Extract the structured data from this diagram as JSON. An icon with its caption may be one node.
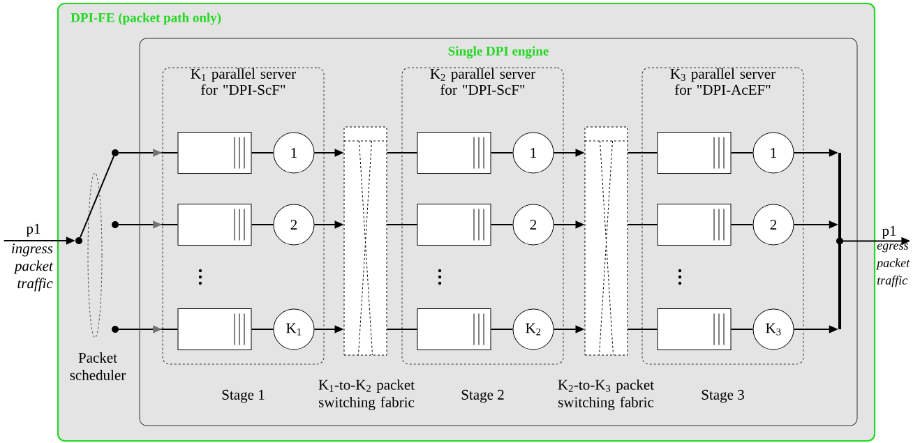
{
  "diagram": {
    "nodes": [
      {
        "text": [
          "DPI-FE (packet path only)"
        ]
      },
      {
        "text": [
          "Single DPI engine"
        ],
        "in": 0
      },
      {
        "text": [],
        "shape": "circle",
        "in": 0
      },
      {
        "text": [],
        "shape": "circle",
        "in": 0
      },
      {
        "text": [],
        "shape": "circle",
        "in": 0
      },
      {
        "text": [],
        "shape": "circle",
        "in": 0
      },
      {
        "text": [],
        "shape": "ellipse",
        "beside": [
          "Packet scheduler"
        ],
        "in": 0
      },
      {
        "text": [
          "K$_{1}$ parallel server for \"DPI-ScF\""
        ],
        "beside": [
          "Stage 1"
        ],
        "in": 1
      },
      {
        "text": [],
        "shape": "box",
        "in": 7
      },
      {
        "text": [
          "1"
        ],
        "in": 7
      },
      {
        "text": [],
        "shape": "box",
        "in": 7
      },
      {
        "text": [
          "2"
        ],
        "in": 7
      },
      {
        "text": [],
        "shape": "box",
        "in": 7
      },
      {
        "text": [
          "K$_{1}$"
        ],
        "in": 7
      },
      {
        "text": [],
        "shape": "box",
        "beside": [
          "K$_{1}$-to-K$_{2}$ packet switching fabric"
        ],
        "in": 1
      },
      {
        "text": [
          "K$_{2}$ parallel server for \"DPI-ScF\""
        ],
        "beside": [
          "Stage 2"
        ],
        "in": 1
      },
      {
        "text": [],
        "shape": "box",
        "in": 15
      },
      {
        "text": [
          "1"
        ],
        "in": 15
      },
      {
        "text": [],
        "shape": "box",
        "in": 15
      },
      {
        "text": [
          "2"
        ],
        "in": 15
      },
      {
        "text": [],
        "shape": "box",
        "in": 15
      },
      {
        "text": [
          "K$_{2}$"
        ],
        "in": 15
      },
      {
        "text": [],
        "shape": "box",
        "beside": [
          "K$_{2}$-to-K$_{3}$ packet switching fabric"
        ],
        "in": 1
      },
      {
        "text": [
          "K$_{3}$ parallel server for \"DPI-AcEF\""
        ],
        "beside": [
          "Stage 3"
        ],
        "in": 1
      },
      {
        "text": [],
        "shape": "box",
        "in": 23
      },
      {
        "text": [
          "1"
        ],
        "in": 23
      },
      {
        "text": [],
        "shape": "box",
        "in": 23
      },
      {
        "text": [
          "2"
        ],
        "in": 23
      },
      {
        "text": [],
        "shape": "box",
        "in": 23
      },
      {
        "text": [
          "K$_{3}$"
        ],
        "in": 23
      },
      {
        "text": [],
        "shape": "bar",
        "in": 1
      },
      {
        "text": [
          "ingress packet traffic"
        ]
      },
      {
        "text": [
          "egress packet traffic"
        ]
      }
    ],
    "edges": [
      {
        "from": 31,
        "to": 2,
        "arrow": "to",
        "label": "p1"
      },
      {
        "from": 3,
        "to": 8,
        "arrow": "to"
      },
      {
        "from": 4,
        "to": 10,
        "arrow": "to"
      },
      {
        "from": 5,
        "to": 12,
        "arrow": "to"
      },
      {
        "from": 8,
        "to": 9,
        "arrow": "none"
      },
      {
        "from": 10,
        "to": 11,
        "arrow": "none"
      },
      {
        "from": 12,
        "to": 13,
        "arrow": "none"
      },
      {
        "from": 9,
        "to": 14,
        "arrow": "to"
      },
      {
        "from": 11,
        "to": 14,
        "arrow": "to"
      },
      {
        "from": 13,
        "to": 14,
        "arrow": "to"
      },
      {
        "from": 14,
        "to": 16,
        "arrow": "none"
      },
      {
        "from": 14,
        "to": 18,
        "arrow": "none"
      },
      {
        "from": 14,
        "to": 20,
        "arrow": "none"
      },
      {
        "from": 16,
        "to": 17,
        "arrow": "none"
      },
      {
        "from": 18,
        "to": 19,
        "arrow": "none"
      },
      {
        "from": 20,
        "to": 21,
        "arrow": "none"
      },
      {
        "from": 17,
        "to": 22,
        "arrow": "to"
      },
      {
        "from": 19,
        "to": 22,
        "arrow": "to"
      },
      {
        "from": 21,
        "to": 22,
        "arrow": "to"
      },
      {
        "from": 22,
        "to": 24,
        "arrow": "none"
      },
      {
        "from": 22,
        "to": 26,
        "arrow": "none"
      },
      {
        "from": 22,
        "to": 28,
        "arrow": "none"
      },
      {
        "from": 24,
        "to": 25,
        "arrow": "none"
      },
      {
        "from": 26,
        "to": 27,
        "arrow": "none"
      },
      {
        "from": 28,
        "to": 29,
        "arrow": "none"
      },
      {
        "from": 25,
        "to": 30,
        "arrow": "to"
      },
      {
        "from": 27,
        "to": 30,
        "arrow": "to"
      },
      {
        "from": 29,
        "to": 30,
        "arrow": "to"
      },
      {
        "from": 30,
        "to": 32,
        "arrow": "to",
        "label": "p1"
      }
    ]
  }
}
